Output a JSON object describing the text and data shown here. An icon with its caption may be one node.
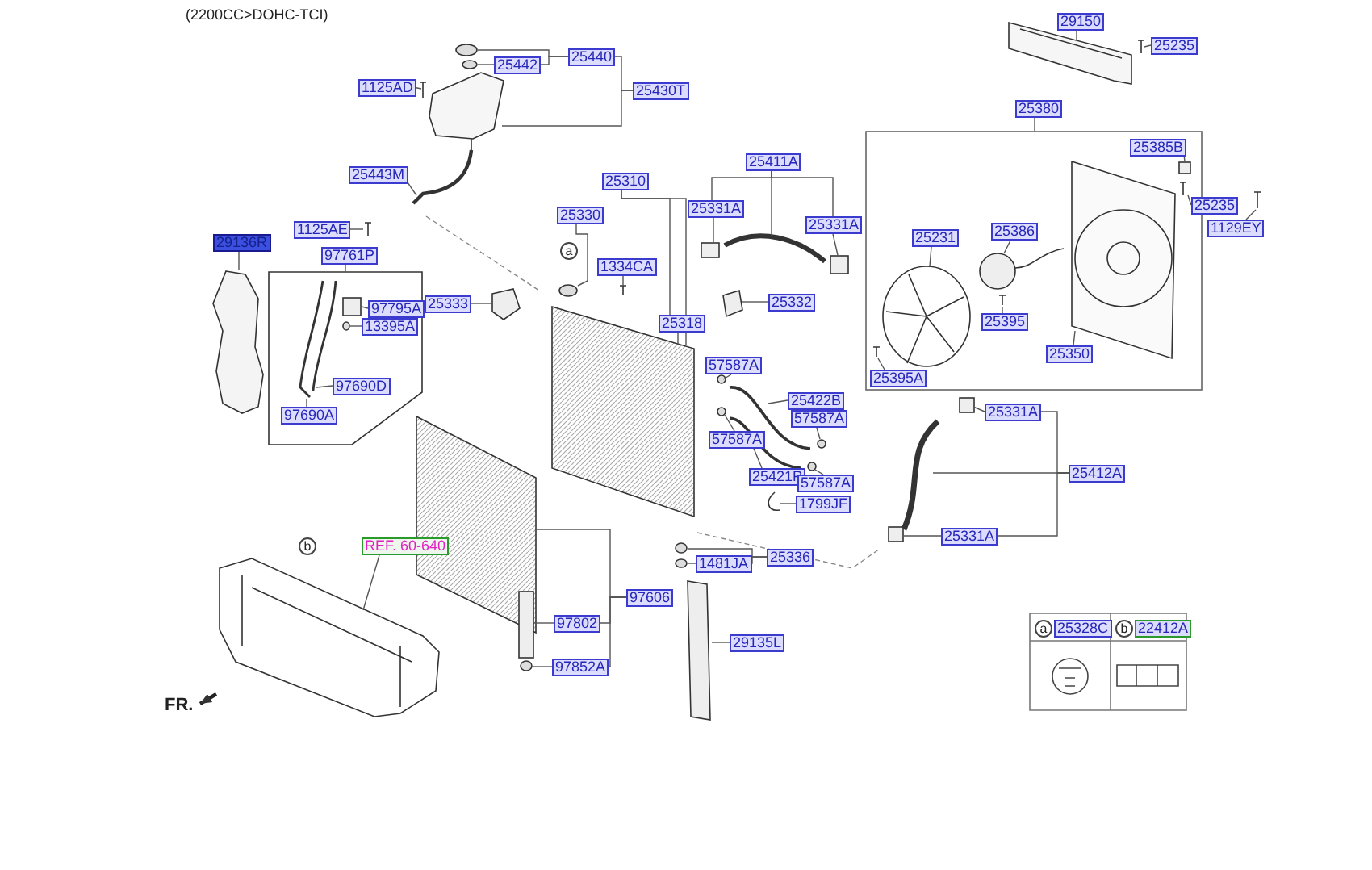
{
  "diagram": {
    "title": "(2200CC>DOHC-TCI)",
    "nodes": [
      {
        "text": [
          "29150"
        ]
      },
      {
        "text": [
          "25235"
        ]
      },
      {
        "text": [
          "25442"
        ]
      },
      {
        "text": [
          "25440"
        ]
      },
      {
        "text": [
          "1125AD"
        ]
      },
      {
        "text": [
          "25430T"
        ]
      },
      {
        "text": [
          "25380"
        ]
      },
      {
        "text": [
          "25411A"
        ]
      },
      {
        "text": [
          "25385B"
        ],
        "in": 55
      },
      {
        "text": [
          "25443M"
        ]
      },
      {
        "text": [
          "25310"
        ]
      },
      {
        "text": [
          "25331A"
        ]
      },
      {
        "text": [
          "25235"
        ]
      },
      {
        "text": [
          "25330"
        ]
      },
      {
        "text": [
          "25331A"
        ]
      },
      {
        "text": [
          "1125AE"
        ]
      },
      {
        "text": [
          "25231"
        ],
        "in": 55
      },
      {
        "text": [
          "25386"
        ],
        "in": 55
      },
      {
        "text": [
          "1129EY"
        ]
      },
      {
        "text": [
          "29136R"
        ]
      },
      {
        "text": [
          "97761P"
        ]
      },
      {
        "text": [
          "1334CA"
        ]
      },
      {
        "text": [
          "25332"
        ]
      },
      {
        "text": [
          "25333"
        ]
      },
      {
        "text": [
          "97795A"
        ],
        "in": 69
      },
      {
        "text": [
          "25395"
        ],
        "in": 55
      },
      {
        "text": [
          "25350"
        ],
        "in": 55
      },
      {
        "text": [
          "25318"
        ]
      },
      {
        "text": [
          "13395A"
        ],
        "in": 69
      },
      {
        "text": [
          "57587A"
        ]
      },
      {
        "text": [
          "25395A"
        ],
        "in": 55
      },
      {
        "text": [
          "97690D"
        ],
        "in": 69
      },
      {
        "text": [
          "25422B"
        ]
      },
      {
        "text": [
          "25331A"
        ]
      },
      {
        "text": [
          "97690A"
        ],
        "in": 69
      },
      {
        "text": [
          "57587A"
        ]
      },
      {
        "text": [
          "57587A"
        ]
      },
      {
        "text": [
          "25412A"
        ]
      },
      {
        "text": [
          "25421P"
        ]
      },
      {
        "text": [
          "57587A"
        ]
      },
      {
        "text": [
          "1799JF"
        ]
      },
      {
        "text": [
          "25331A"
        ]
      },
      {
        "text": [
          "REF. 60-640"
        ]
      },
      {
        "text": [
          "25336"
        ]
      },
      {
        "text": [
          "1481JA"
        ]
      },
      {
        "text": [
          "97606"
        ]
      },
      {
        "text": [
          "97802"
        ]
      },
      {
        "text": [
          "29135L"
        ]
      },
      {
        "text": [
          "97852A"
        ]
      },
      {
        "text": [],
        "shape": "picture"
      },
      {
        "text": [],
        "shape": "picture"
      },
      {
        "text": [],
        "shape": "circle"
      },
      {
        "text": [],
        "shape": "circle"
      },
      {
        "text": [],
        "shape": "picture"
      },
      {
        "text": [],
        "shape": "picture"
      },
      {
        "text": [],
        "shape": "box"
      },
      {
        "text": [],
        "shape": "picture",
        "in": 55
      },
      {
        "text": [],
        "shape": "picture",
        "in": 55
      },
      {
        "text": [],
        "shape": "box",
        "in": 55
      },
      {
        "text": [],
        "shape": "picture",
        "in": 55
      },
      {
        "text": [],
        "shape": "picture",
        "in": 55
      },
      {
        "text": [],
        "shape": "picture",
        "in": 55
      },
      {
        "text": [],
        "shape": "picture",
        "in": 55
      },
      {
        "text": [],
        "shape": "picture"
      },
      {
        "text": [],
        "shape": "picture"
      },
      {
        "text": [],
        "shape": "box"
      },
      {
        "text": [],
        "shape": "picture"
      },
      {
        "text": [],
        "shape": "box"
      },
      {
        "text": [],
        "shape": "picture"
      },
      {
        "text": [],
        "shape": "box"
      },
      {
        "text": [],
        "shape": "picture",
        "in": 69
      },
      {
        "text": [],
        "shape": "box",
        "in": 69
      },
      {
        "text": [],
        "shape": "circle",
        "in": 69
      },
      {
        "text": [],
        "shape": "picture"
      },
      {
        "text": [],
        "shape": "circle"
      },
      {
        "text": [],
        "shape": "picture"
      },
      {
        "text": [],
        "shape": "picture"
      },
      {
        "text": [],
        "shape": "picture"
      },
      {
        "text": [],
        "shape": "picture"
      },
      {
        "text": [],
        "shape": "picture"
      },
      {
        "text": [],
        "shape": "picture"
      },
      {
        "text": [],
        "shape": "circle"
      },
      {
        "text": [],
        "shape": "circle"
      },
      {
        "text": [],
        "shape": "circle"
      },
      {
        "text": [],
        "shape": "circle"
      },
      {
        "text": [],
        "shape": "picture"
      },
      {
        "text": [],
        "shape": "box"
      },
      {
        "text": [],
        "shape": "picture"
      },
      {
        "text": [],
        "shape": "box"
      },
      {
        "text": [],
        "shape": "circle"
      },
      {
        "text": [],
        "shape": "circle"
      },
      {
        "text": [],
        "shape": "picture"
      },
      {
        "text": [],
        "shape": "box"
      },
      {
        "text": [],
        "shape": "circle"
      },
      {
        "text": [],
        "shape": "bar"
      },
      {
        "text": [],
        "shape": "picture"
      },
      {
        "text": [
          "25328C"
        ]
      },
      {
        "text": [
          "22412A"
        ]
      }
    ],
    "edges": [
      {
        "from": 0,
        "to": 49,
        "arrow": "none"
      },
      {
        "from": 1,
        "to": 50,
        "arrow": "none"
      },
      {
        "from": 2,
        "to": 52,
        "arrow": "none"
      },
      {
        "from": 3,
        "to": 51,
        "arrow": "none"
      },
      {
        "from": 3,
        "to": 2,
        "arrow": "none"
      },
      {
        "from": 4,
        "to": 53,
        "arrow": "none"
      },
      {
        "from": 5,
        "to": 3,
        "arrow": "none"
      },
      {
        "from": 5,
        "to": 54,
        "arrow": "none"
      },
      {
        "from": 6,
        "to": 55,
        "arrow": "none"
      },
      {
        "from": 7,
        "to": 11,
        "arrow": "none"
      },
      {
        "from": 7,
        "to": 14,
        "arrow": "none"
      },
      {
        "from": 7,
        "to": 66,
        "arrow": "none"
      },
      {
        "from": 8,
        "to": 58,
        "arrow": "none"
      },
      {
        "from": 9,
        "to": 64,
        "arrow": "none"
      },
      {
        "from": 10,
        "to": 27,
        "arrow": "none"
      },
      {
        "from": 10,
        "to": 75,
        "arrow": "none"
      },
      {
        "from": 11,
        "to": 65,
        "arrow": "none"
      },
      {
        "from": 12,
        "to": 57,
        "arrow": "none"
      },
      {
        "from": 13,
        "to": 74,
        "arrow": "none"
      },
      {
        "from": 14,
        "to": 67,
        "arrow": "none"
      },
      {
        "from": 15,
        "to": 73,
        "arrow": "none"
      },
      {
        "from": 16,
        "to": 60,
        "arrow": "none"
      },
      {
        "from": 17,
        "to": 59,
        "arrow": "none"
      },
      {
        "from": 18,
        "to": 63,
        "arrow": "none"
      },
      {
        "from": 19,
        "to": 68,
        "arrow": "none"
      },
      {
        "from": 20,
        "to": 69,
        "arrow": "none"
      },
      {
        "from": 21,
        "to": 76,
        "arrow": "none"
      },
      {
        "from": 22,
        "to": 78,
        "arrow": "none"
      },
      {
        "from": 23,
        "to": 77,
        "arrow": "none"
      },
      {
        "from": 24,
        "to": 71,
        "arrow": "none"
      },
      {
        "from": 25,
        "to": 61,
        "arrow": "none"
      },
      {
        "from": 26,
        "to": 56,
        "arrow": "none"
      },
      {
        "from": 27,
        "to": 75,
        "arrow": "none"
      },
      {
        "from": 28,
        "to": 72,
        "arrow": "none"
      },
      {
        "from": 29,
        "to": 81,
        "arrow": "none"
      },
      {
        "from": 30,
        "to": 62,
        "arrow": "none"
      },
      {
        "from": 31,
        "to": 70,
        "arrow": "none"
      },
      {
        "from": 32,
        "to": 79,
        "arrow": "none"
      },
      {
        "from": 33,
        "to": 86,
        "arrow": "none"
      },
      {
        "from": 34,
        "to": 70,
        "arrow": "none"
      },
      {
        "from": 35,
        "to": 82,
        "arrow": "none"
      },
      {
        "from": 36,
        "to": 83,
        "arrow": "none"
      },
      {
        "from": 37,
        "to": 33,
        "arrow": "none"
      },
      {
        "from": 37,
        "to": 41,
        "arrow": "none"
      },
      {
        "from": 37,
        "to": 87,
        "arrow": "none"
      },
      {
        "from": 38,
        "to": 80,
        "arrow": "none"
      },
      {
        "from": 39,
        "to": 84,
        "arrow": "none"
      },
      {
        "from": 40,
        "to": 85,
        "arrow": "none"
      },
      {
        "from": 41,
        "to": 88,
        "arrow": "none"
      },
      {
        "from": 42,
        "to": 95,
        "arrow": "none"
      },
      {
        "from": 43,
        "to": 89,
        "arrow": "none"
      },
      {
        "from": 43,
        "to": 44,
        "arrow": "none"
      },
      {
        "from": 44,
        "to": 90,
        "arrow": "none"
      },
      {
        "from": 45,
        "to": 91,
        "arrow": "none"
      },
      {
        "from": 45,
        "to": 46,
        "arrow": "none"
      },
      {
        "from": 45,
        "to": 48,
        "arrow": "none"
      },
      {
        "from": 46,
        "to": 92,
        "arrow": "none"
      },
      {
        "from": 47,
        "to": 94,
        "arrow": "none"
      },
      {
        "from": 48,
        "to": 93,
        "arrow": "none"
      }
    ],
    "labels": [
      "a",
      "b",
      "a",
      "b",
      "FR."
    ]
  }
}
